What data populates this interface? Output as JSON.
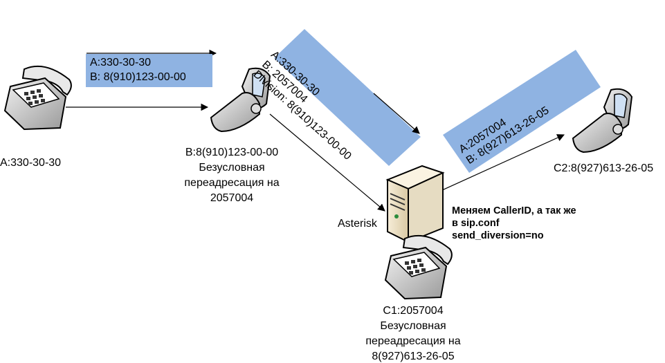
{
  "nodes": {
    "phone_a": {
      "label": "A:330-30-30"
    },
    "phone_b": {
      "lines": [
        "B:8(910)123-00-00",
        "Безусловная",
        "переадресация на",
        "2057004"
      ]
    },
    "server": {
      "label": "Asterisk"
    },
    "phone_c1": {
      "lines": [
        "C1:2057004",
        "Безусловная",
        "переадресация на",
        "8(927)613-26-05"
      ]
    },
    "phone_c2": {
      "label": "C2:8(927)613-26-05"
    }
  },
  "messages": {
    "a_to_b": [
      "A:330-30-30",
      "B: 8(910)123-00-00"
    ],
    "b_to_asterisk": [
      "A:330-30-30",
      "B: 2057004",
      "Division: 8(910)123-00-00"
    ],
    "asterisk_to_c2": [
      "A:2057004",
      "B: 8(927)613-26-05"
    ]
  },
  "note": {
    "lines": [
      "Меняем CallerID, а так же",
      "в sip.conf",
      "send_diversion=no"
    ]
  },
  "colors": {
    "message_fill": "#8fb3e2",
    "arrow": "#000000"
  }
}
